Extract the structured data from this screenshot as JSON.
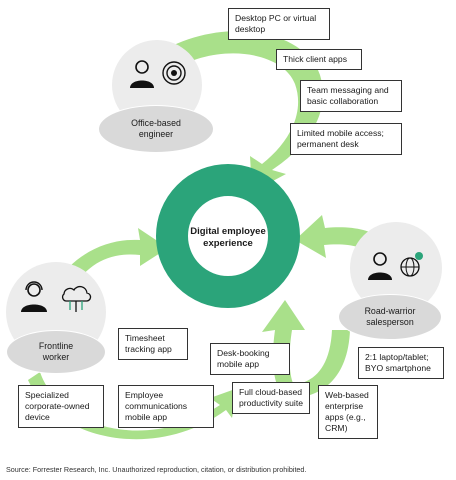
{
  "hub": {
    "label": "Digital employee experience"
  },
  "personas": {
    "office": {
      "label": "Office-based engineer",
      "icons": [
        "person-icon",
        "signal-icon"
      ]
    },
    "road": {
      "label": "Road-warrior salesperson",
      "icons": [
        "person-icon",
        "globe-icon"
      ]
    },
    "frontline": {
      "label": "Frontline worker",
      "icons": [
        "person-headset-icon",
        "cloud-network-icon"
      ]
    }
  },
  "boxes": {
    "desktop": "Desktop PC or virtual desktop",
    "thick": "Thick client apps",
    "team": "Team messaging and basic collaboration",
    "mobile": "Limited mobile access; permanent desk",
    "laptop": "2:1 laptop/tablet; BYO smartphone",
    "web": "Web-based enterprise apps (e.g., CRM)",
    "fullcloud": "Full cloud-based productivity suite",
    "deskbooking": "Desk-booking mobile app",
    "timesheet": "Timesheet tracking app",
    "specialized": "Specialized corporate-owned device",
    "employee": "Employee communications mobile app"
  },
  "colors": {
    "ring": "#2ba47a",
    "arrow": "#a9e08a",
    "ellipse": "#d9d9d9"
  },
  "source": "Source: Forrester Research, Inc. Unauthorized reproduction, citation, or distribution prohibited."
}
